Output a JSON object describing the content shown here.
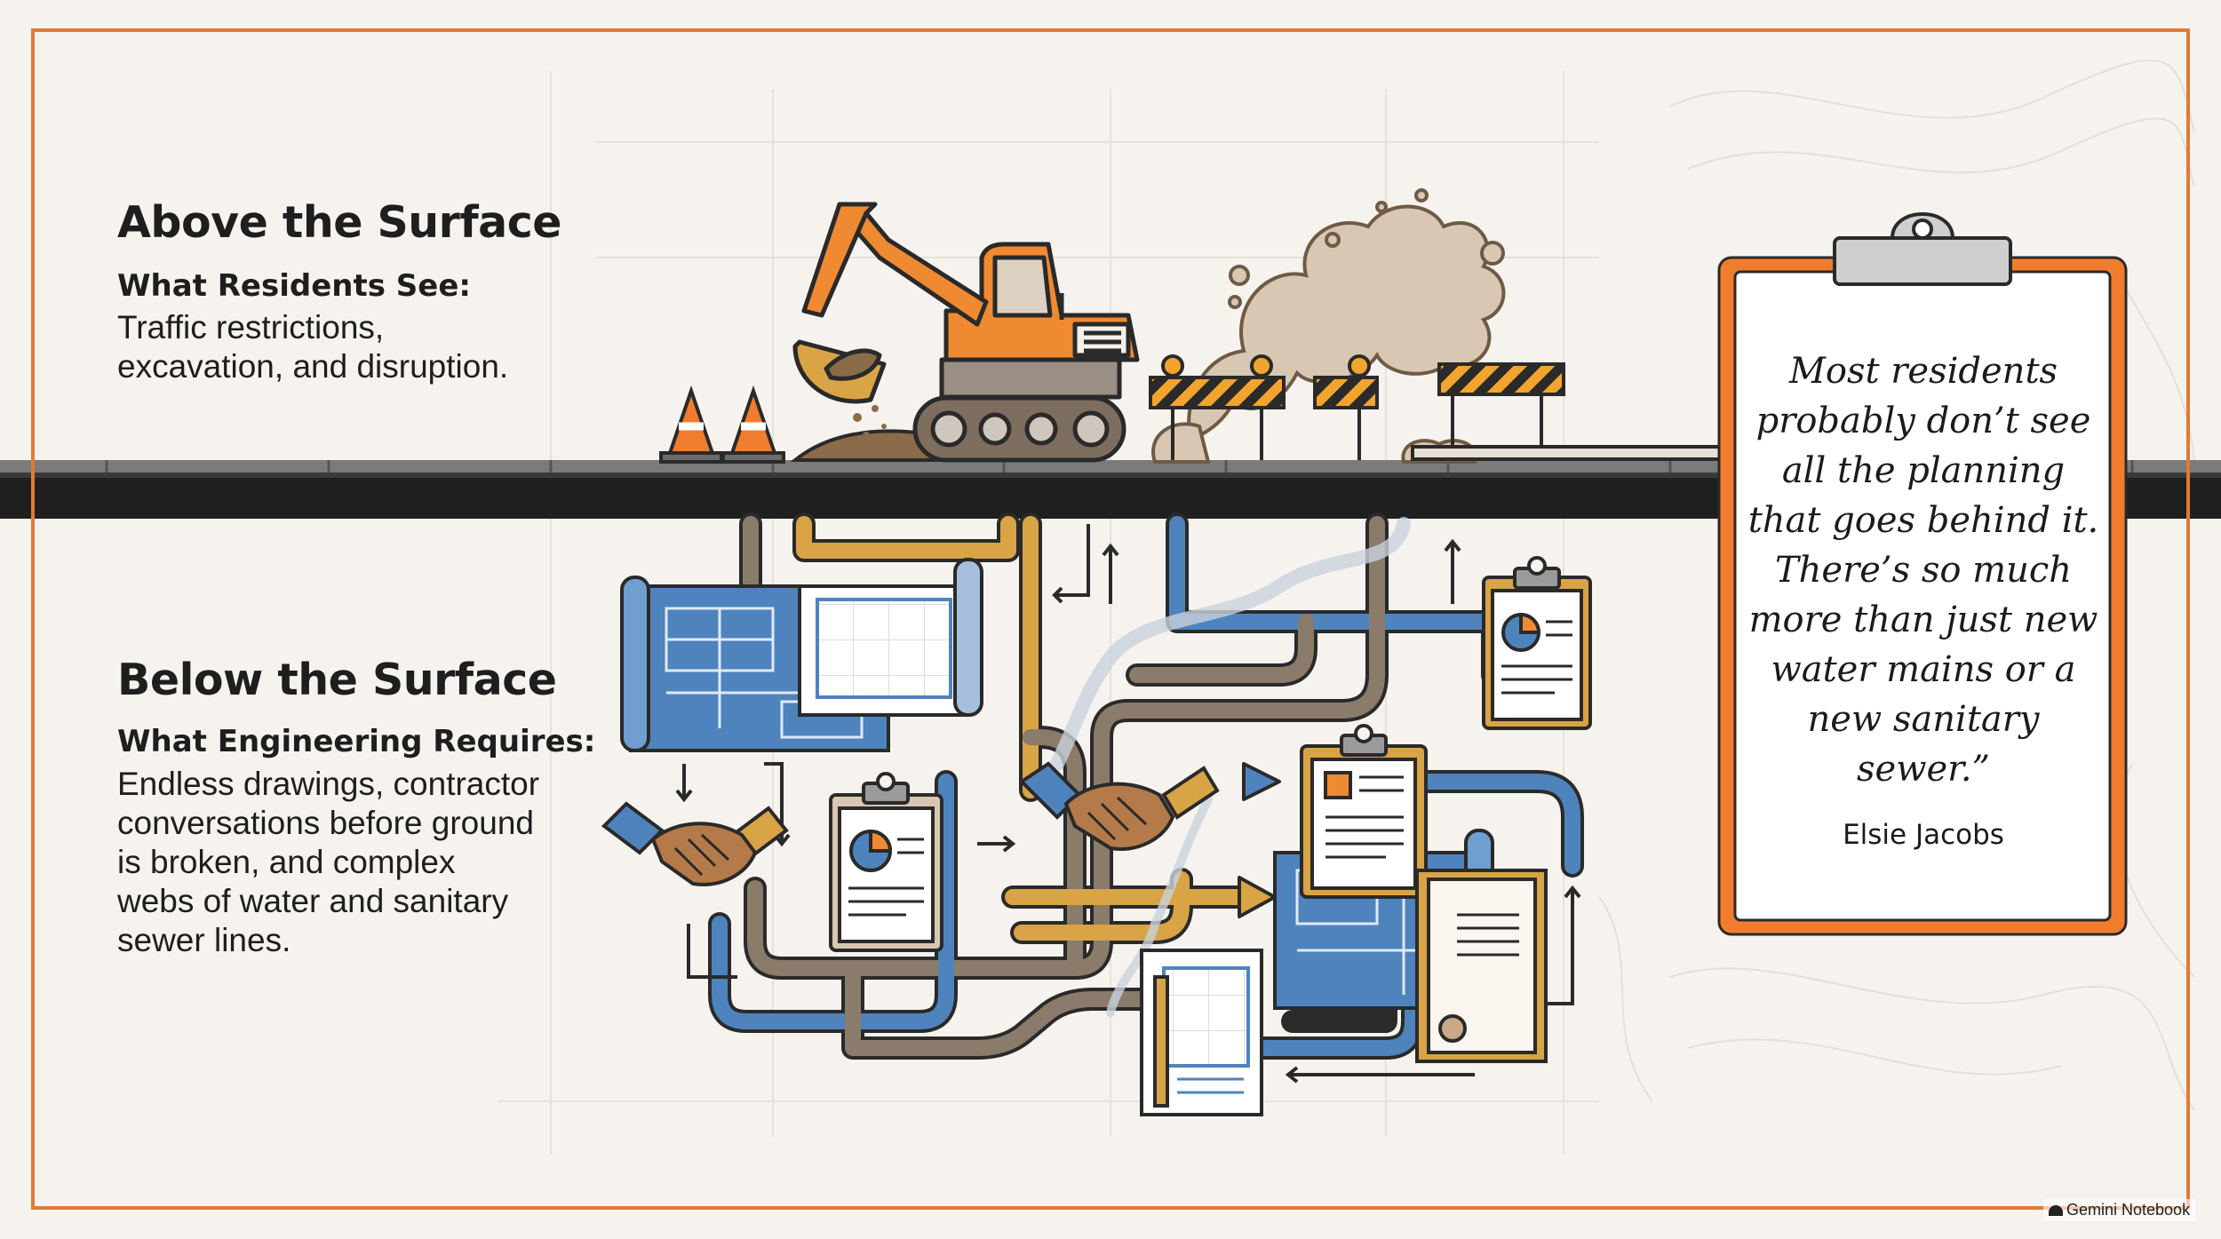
{
  "above": {
    "title": "Above the Surface",
    "subtitle": "What Residents See:",
    "body": "Traffic restrictions,\nexcavation, and disruption."
  },
  "below": {
    "title": "Below the Surface",
    "subtitle": "What Engineering Requires:",
    "body": "Endless drawings, contractor\nconversations before ground\nis broken, and complex\nwebs of water and sanitary\nsewer lines."
  },
  "quote": {
    "text": "Most residents probably don’t see all the planning that goes behind it. There’s so much more than just new water mains or a new sanitary sewer.”",
    "author": "Elsie Jacobs"
  },
  "badge": {
    "label": "Gemini Notebook"
  },
  "colors": {
    "frame": "#e07a3a",
    "background": "#f6f3ee",
    "excavator": "#f08a32",
    "blue_pipe": "#4f83bd",
    "gold_pipe": "#d8a446",
    "brown_pipe": "#8a7b6a",
    "road": "#222222"
  },
  "icons": [
    "excavator-icon",
    "traffic-cone-icon",
    "barricade-icon",
    "dust-cloud-icon",
    "blueprint-icon",
    "clipboard-icon",
    "handshake-icon",
    "pipe-network-icon"
  ]
}
